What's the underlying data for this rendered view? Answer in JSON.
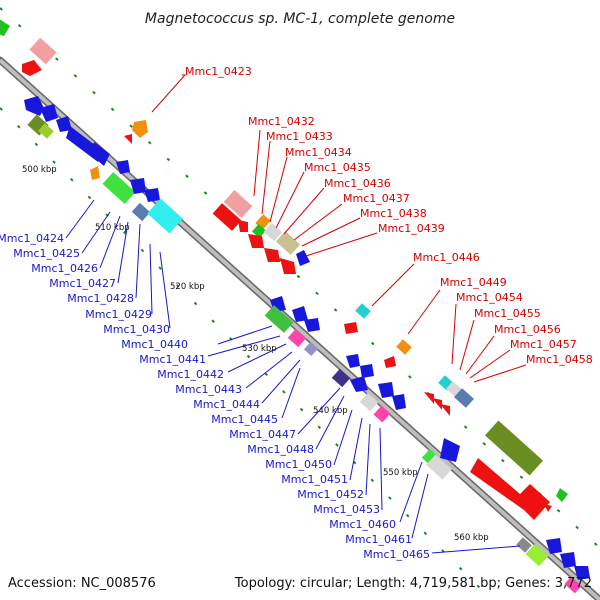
{
  "title": "Magnetococcus sp. MC-1, complete genome",
  "accession": "Accession: NC_008576",
  "topology": "Topology: circular; Length: 4,719,581 bp; Genes: 3,772",
  "colors": {
    "forward_label": "#d40000",
    "reverse_label": "#1818c8",
    "backbone": "#888888",
    "tick": "#1a8a1a"
  },
  "scale_labels": [
    "500 kbp",
    "510 kbp",
    "520 kbp",
    "530 kbp",
    "540 kbp",
    "550 kbp",
    "560 kbp"
  ],
  "forward_labels": [
    "Mmc1_0423",
    "Mmc1_0432",
    "Mmc1_0433",
    "Mmc1_0434",
    "Mmc1_0435",
    "Mmc1_0436",
    "Mmc1_0437",
    "Mmc1_0438",
    "Mmc1_0439",
    "Mmc1_0446",
    "Mmc1_0449",
    "Mmc1_0454",
    "Mmc1_0455",
    "Mmc1_0456",
    "Mmc1_0457",
    "Mmc1_0458"
  ],
  "reverse_labels": [
    "Mmc1_0424",
    "Mmc1_0425",
    "Mmc1_0426",
    "Mmc1_0427",
    "Mmc1_0428",
    "Mmc1_0429",
    "Mmc1_0430",
    "Mmc1_0440",
    "Mmc1_0441",
    "Mmc1_0442",
    "Mmc1_0443",
    "Mmc1_0444",
    "Mmc1_0445",
    "Mmc1_0447",
    "Mmc1_0448",
    "Mmc1_0450",
    "Mmc1_0451",
    "Mmc1_0452",
    "Mmc1_0453",
    "Mmc1_0460",
    "Mmc1_0461",
    "Mmc1_0465"
  ]
}
